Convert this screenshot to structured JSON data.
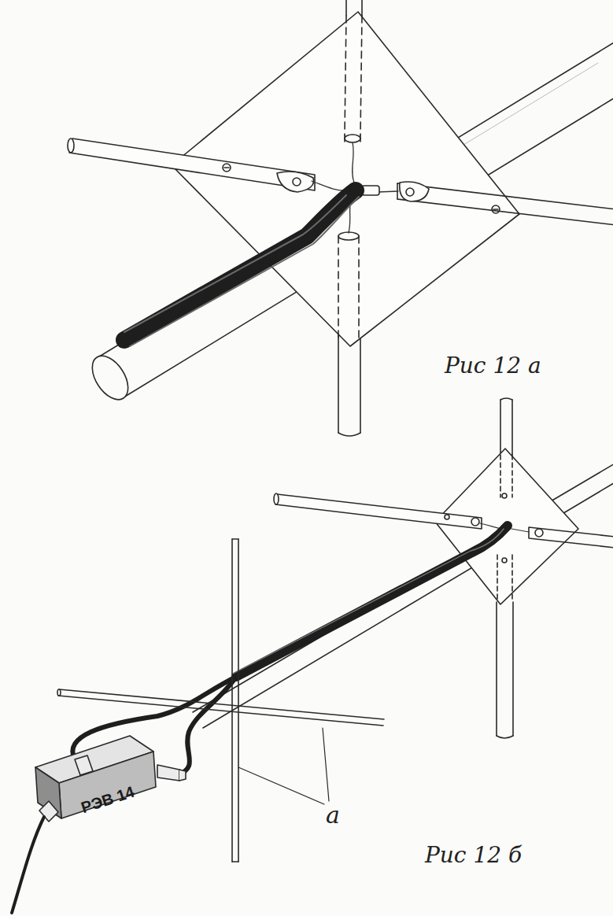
{
  "diagram": {
    "nodes": [
      {
        "text": [
          "РЭВ 14"
        ]
      }
    ],
    "labels": [
      "Рис 12 а",
      "Рис 12 б",
      "а"
    ]
  }
}
